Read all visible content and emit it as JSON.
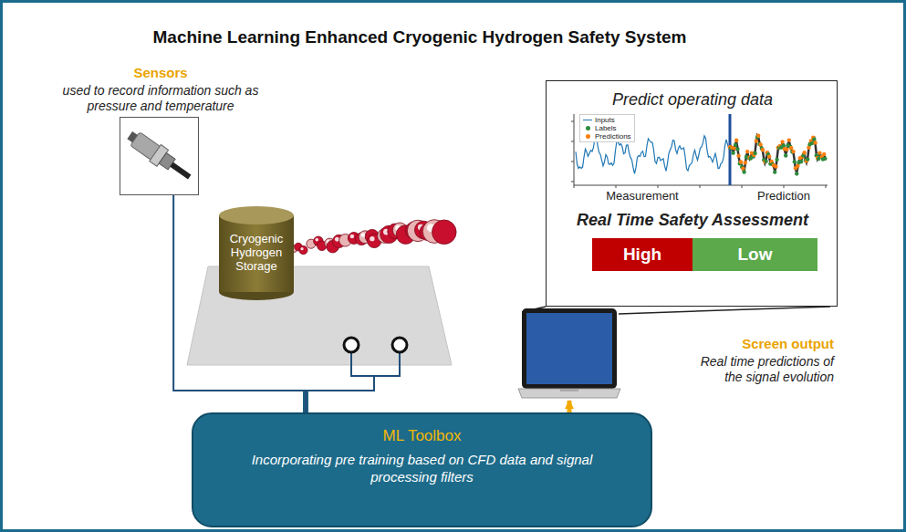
{
  "diagram": {
    "title": "Machine Learning Enhanced Cryogenic Hydrogen Safety System",
    "nodes": [
      {
        "text": [
          "Sensors",
          "used to record information such as pressure and temperature"
        ]
      },
      {
        "text": [
          "Cryogenic Hydrogen Storage"
        ]
      },
      {
        "text": [
          "Predict operating data",
          "Real Time Safety Assessment"
        ]
      },
      {
        "text": [
          "High"
        ],
        "in": 2
      },
      {
        "text": [
          "Low"
        ],
        "in": 2
      },
      {
        "text": [
          "Screen output",
          "Real time predictions of the signal evolution"
        ]
      },
      {
        "text": [
          "ML Toolbox",
          "Incorporating pre training based on CFD data and signal processing filters"
        ]
      }
    ],
    "edges": [
      {
        "from": 0,
        "to": 6,
        "arrow": "none"
      },
      {
        "from": 6,
        "to": 5,
        "arrow": "to"
      }
    ],
    "labels": [
      "Measurement",
      "Prediction"
    ],
    "legend": [
      {
        "text": "Inputs"
      },
      {
        "text": "Labels",
        "color": "#2e8b3e"
      },
      {
        "text": "Predictions",
        "color": "#ff7f0e"
      }
    ]
  }
}
